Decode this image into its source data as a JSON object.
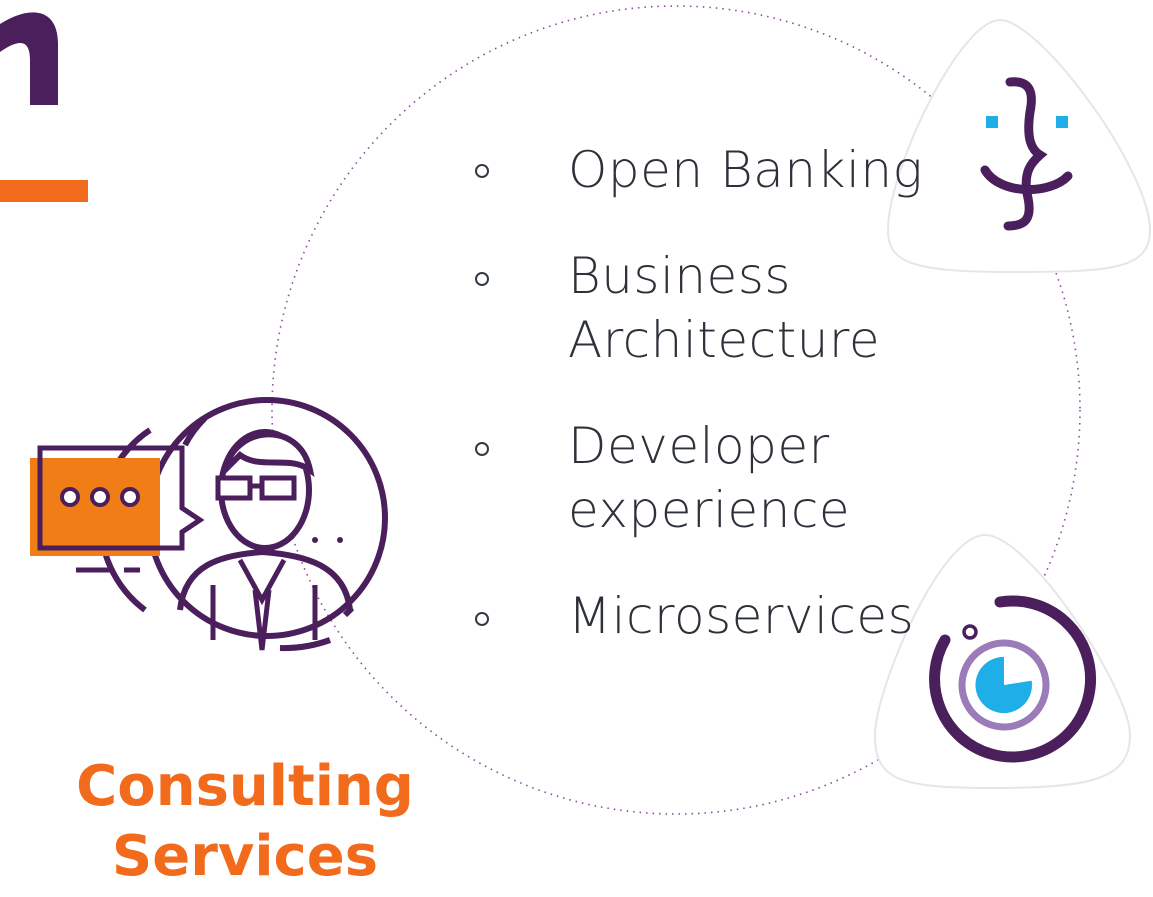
{
  "colors": {
    "brand_purple": "#4a1f5c",
    "brand_orange": "#f26a1b",
    "accent_blue": "#1eaee8",
    "accent_lilac": "#9b7bb8",
    "text_dark": "#2d3139"
  },
  "icons": {
    "logo_fragment": "brand-logo-fragment",
    "consultant": "consultant-chat-icon",
    "face": "face-brace-icon",
    "gauge": "gauge-dial-icon"
  },
  "services": {
    "items": [
      {
        "label": "Open Banking"
      },
      {
        "label": "Business\nArchitecture"
      },
      {
        "label": "Developer\nexperience"
      },
      {
        "label": "Microservices"
      }
    ]
  },
  "caption": "Consulting\nServices"
}
